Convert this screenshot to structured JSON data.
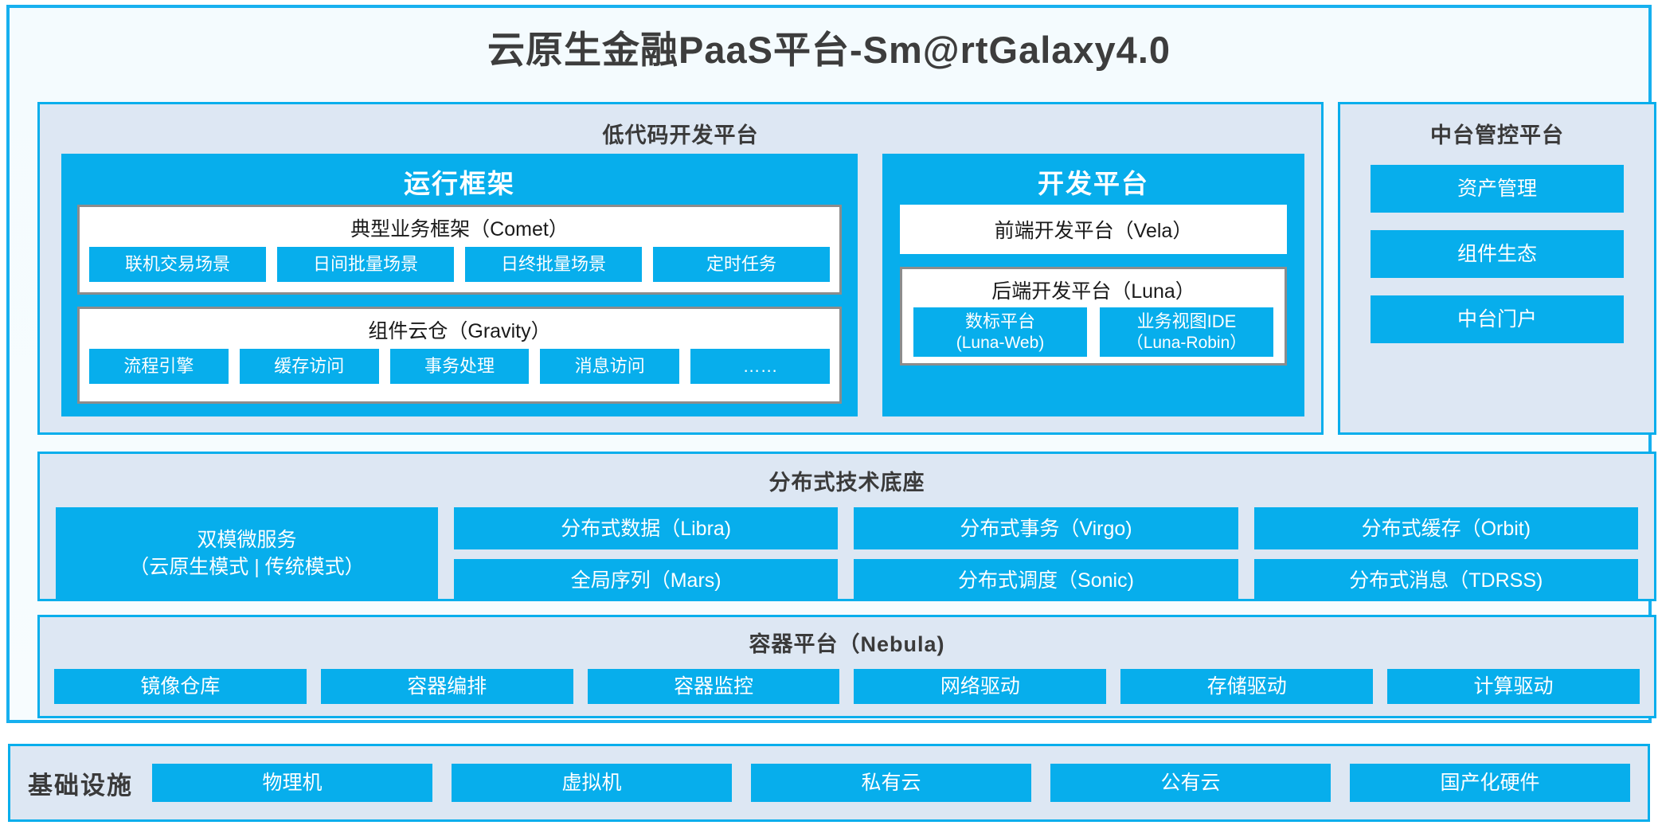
{
  "title": "云原生金融PaaS平台-Sm@rtGalaxy4.0",
  "colors": {
    "accent": "#07aeec",
    "frame": "#17b0ef",
    "panel_bg": "#dde7f3",
    "box_border": "#8c8c8c",
    "text": "#3a3a3a"
  },
  "lowcode": {
    "title": "低代码开发平台",
    "runtime": {
      "title": "运行框架",
      "comet": {
        "title": "典型业务框架（Comet）",
        "items": [
          "联机交易场景",
          "日间批量场景",
          "日终批量场景",
          "定时任务"
        ]
      },
      "gravity": {
        "title": "组件云仓（Gravity）",
        "items": [
          "流程引擎",
          "缓存访问",
          "事务处理",
          "消息访问",
          "……"
        ]
      }
    },
    "devplat": {
      "title": "开发平台",
      "vela": "前端开发平台（Vela）",
      "luna": {
        "title": "后端开发平台（Luna）",
        "items": [
          {
            "name": "数标平台",
            "code": "(Luna-Web)"
          },
          {
            "name": "业务视图IDE",
            "code": "（Luna-Robin）"
          }
        ]
      }
    }
  },
  "governance": {
    "title": "中台管控平台",
    "items": [
      "资产管理",
      "组件生态",
      "中台门户"
    ]
  },
  "distributed": {
    "title": "分布式技术底座",
    "featured": {
      "line1": "双模微服务",
      "line2": "（云原生模式 | 传统模式）"
    },
    "columns": [
      [
        "分布式数据（Libra)",
        "全局序列（Mars)"
      ],
      [
        "分布式事务（Virgo)",
        "分布式调度（Sonic)"
      ],
      [
        "分布式缓存（Orbit)",
        "分布式消息（TDRSS)"
      ]
    ]
  },
  "container": {
    "title": "容器平台（Nebula)",
    "items": [
      "镜像仓库",
      "容器编排",
      "容器监控",
      "网络驱动",
      "存储驱动",
      "计算驱动"
    ]
  },
  "infrastructure": {
    "label": "基础设施",
    "items": [
      "物理机",
      "虚拟机",
      "私有云",
      "公有云",
      "国产化硬件"
    ]
  }
}
